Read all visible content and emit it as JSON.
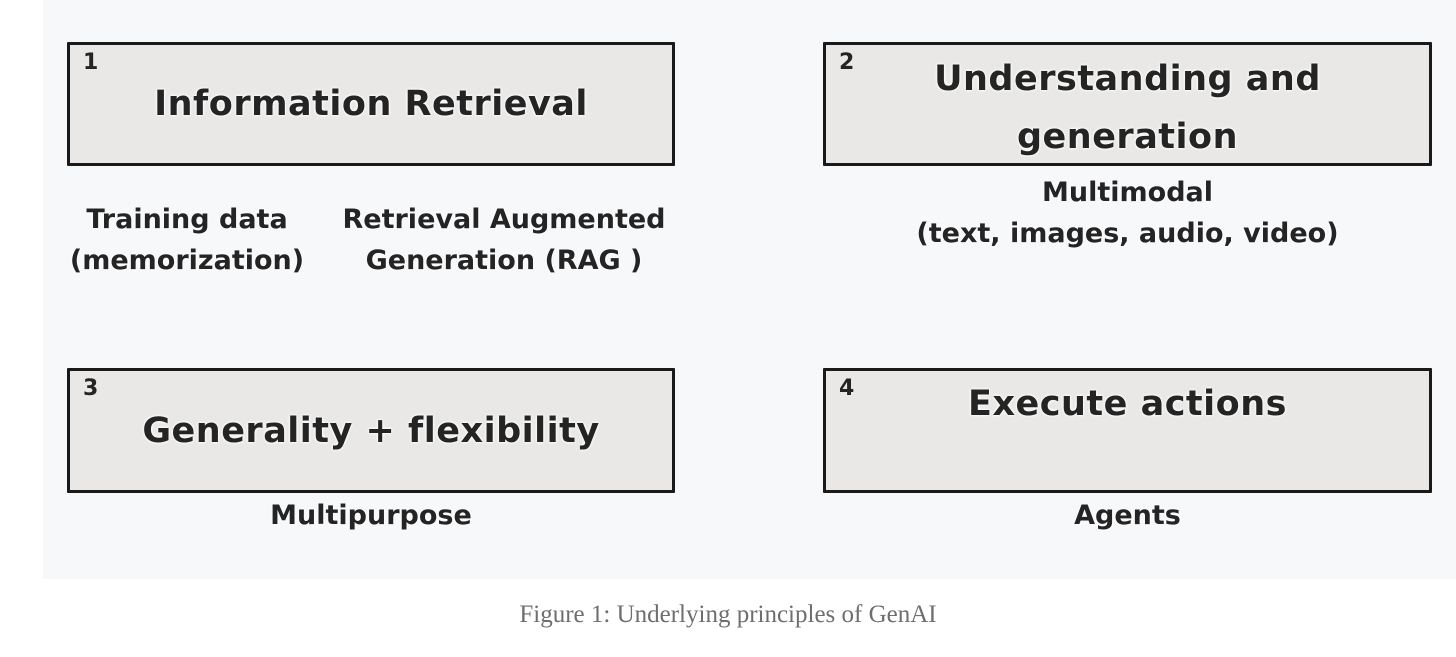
{
  "colors": {
    "panel_bg": "#f7f8fa",
    "box_fill": "#e9e8e6",
    "box_border": "#1a1a1a",
    "text": "#242424",
    "caption_text": "#6e6e6e"
  },
  "boxes": [
    {
      "number": "1",
      "title_lines": [
        "Information Retrieval"
      ],
      "sublabel_columns": [
        [
          "Training data",
          "(memorization)"
        ],
        [
          "Retrieval Augmented",
          "Generation (RAG )"
        ]
      ]
    },
    {
      "number": "2",
      "title_lines": [
        "Understanding and",
        "generation"
      ],
      "sublabel_columns": [
        [
          "Multimodal",
          "(text, images, audio, video)"
        ]
      ]
    },
    {
      "number": "3",
      "title_lines": [
        "Generality + flexibility"
      ],
      "sublabel_columns": [
        [
          "Multipurpose"
        ]
      ]
    },
    {
      "number": "4",
      "title_lines": [
        "Execute actions"
      ],
      "sublabel_columns": [
        [
          "Agents"
        ]
      ]
    }
  ],
  "caption": "Figure 1: Underlying principles of GenAI"
}
